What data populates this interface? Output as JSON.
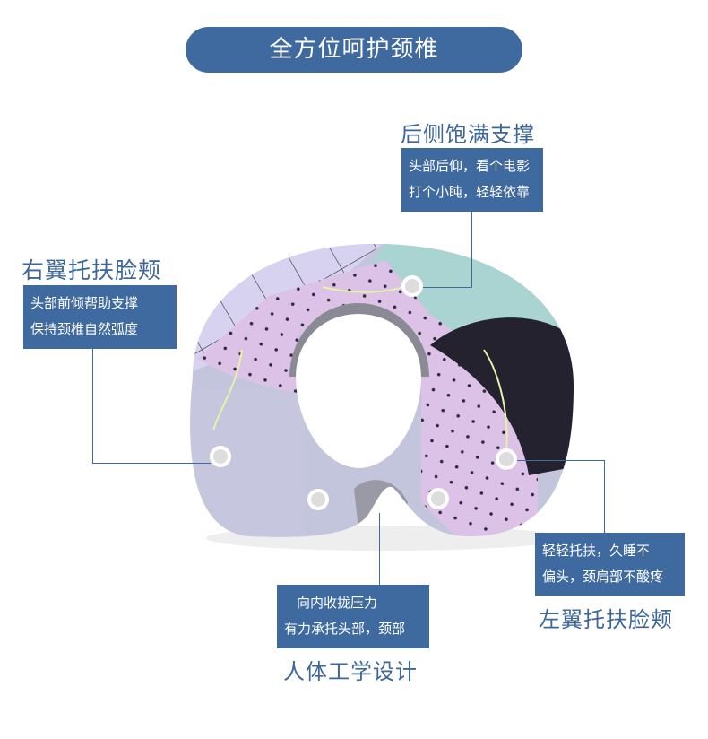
{
  "banner": {
    "title": "全方位呵护颈椎"
  },
  "callouts": {
    "back": {
      "title": "后侧饱满支撑",
      "lines": [
        "头部后仰，看个电影",
        "打个小盹，轻轻依靠"
      ]
    },
    "right_wing": {
      "title": "右翼托扶脸颊",
      "lines": [
        "头部前倾帮助支撑",
        "保持颈椎自然弧度"
      ]
    },
    "left_wing": {
      "title": "左翼托扶脸颊",
      "lines": [
        "轻轻托扶，久睡不",
        "偏头，颈肩部不酸疼"
      ]
    },
    "ergonomic": {
      "title": "人体工学设计",
      "lines": [
        "向内收拢压力",
        "有力承托头部，颈部"
      ]
    }
  },
  "colors": {
    "accent": "#3f6a9f",
    "heading": "#3d6699"
  }
}
